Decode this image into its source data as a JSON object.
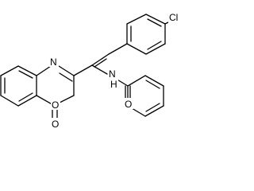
{
  "structure": {
    "atoms": {
      "nitrogen_ring": "N",
      "nitrogen_amide": "N",
      "hydrogen_amide": "H",
      "oxygen_ring": "O",
      "oxygen_lactone": "O",
      "oxygen_amide": "O",
      "chlorine": "Cl"
    }
  }
}
